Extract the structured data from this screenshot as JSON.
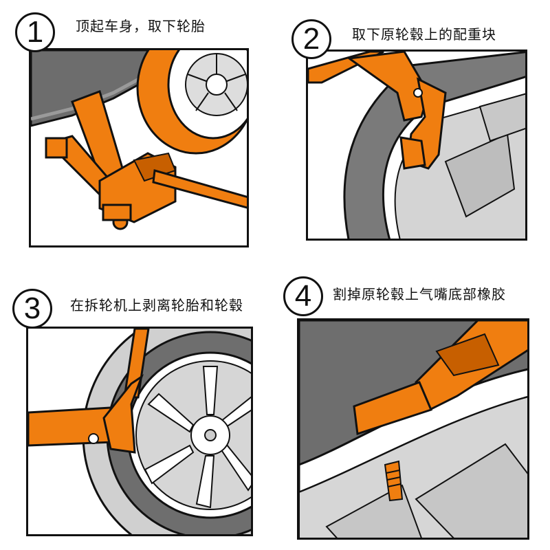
{
  "steps": [
    {
      "number": "1",
      "caption": "顶起车身，取下轮胎"
    },
    {
      "number": "2",
      "caption": "取下原轮毂上的配重块"
    },
    {
      "number": "3",
      "caption": "在拆轮机上剥离轮胎和轮毂"
    },
    {
      "number": "4",
      "caption": "割掉原轮毂上气嘴底部橡胶"
    }
  ],
  "colors": {
    "tool_orange": "#f07e10",
    "outline": "#111111",
    "tire_gray": "#6e6e6e",
    "rim_gray": "#d6d6d6"
  },
  "icons": [
    "jack-icon",
    "weight-pliers-icon",
    "tire-changer-icon",
    "cutter-icon"
  ]
}
